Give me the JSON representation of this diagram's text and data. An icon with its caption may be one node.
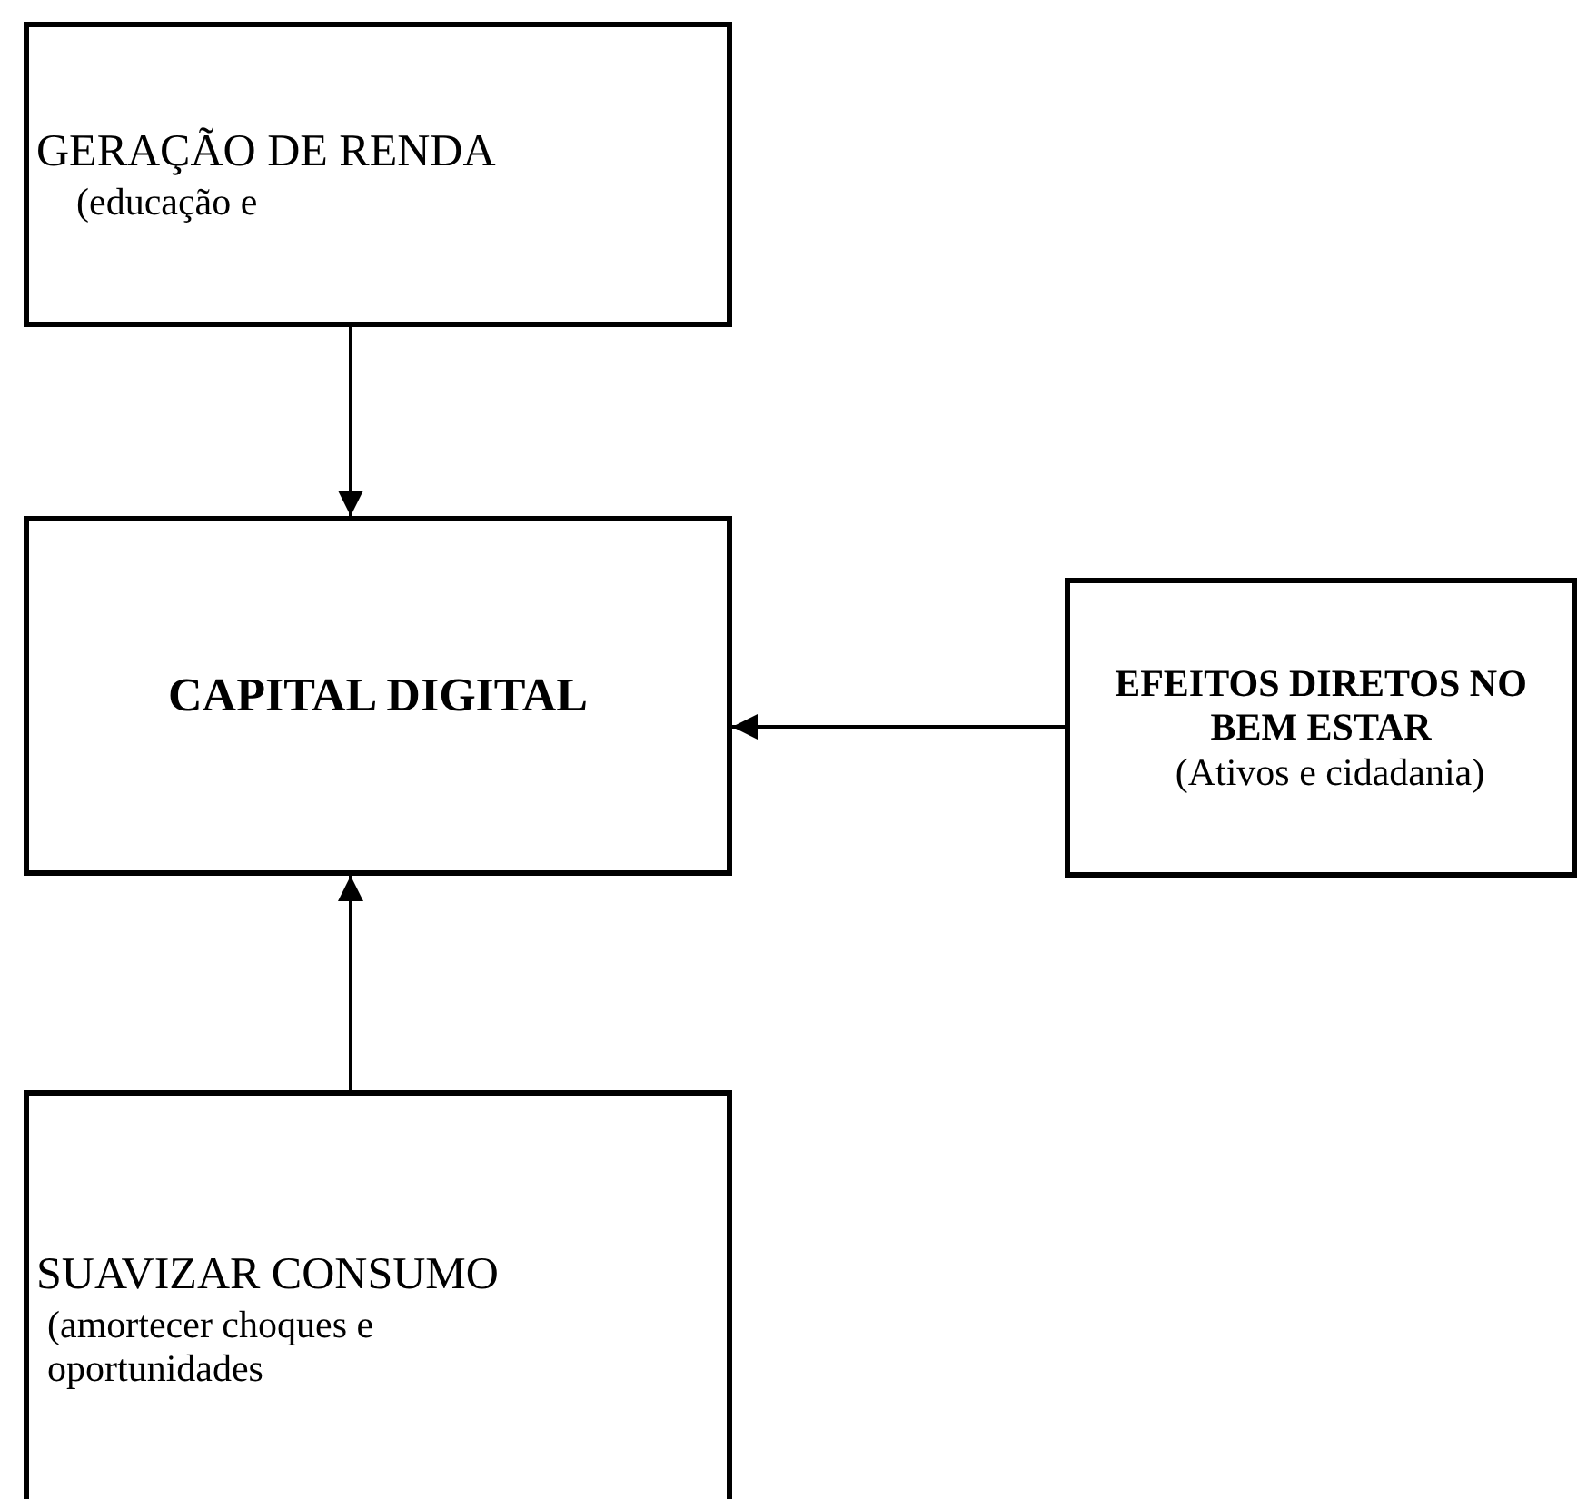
{
  "diagram": {
    "nodes": [
      {
        "text": [
          "GERAÇÃO DE RENDA",
          "(educação e"
        ]
      },
      {
        "text": [
          "CAPITAL DIGITAL"
        ]
      },
      {
        "text": [
          "EFEITOS DIRETOS NO BEM ESTAR",
          "(Ativos e cidadania)"
        ]
      },
      {
        "text": [
          "SUAVIZAR CONSUMO",
          "(amortecer choques e oportunidades"
        ]
      }
    ],
    "edges": [
      {
        "from": 0,
        "to": 1,
        "arrow": "to"
      },
      {
        "from": 2,
        "to": 1,
        "arrow": "to"
      },
      {
        "from": 3,
        "to": 1,
        "arrow": "to"
      }
    ]
  }
}
